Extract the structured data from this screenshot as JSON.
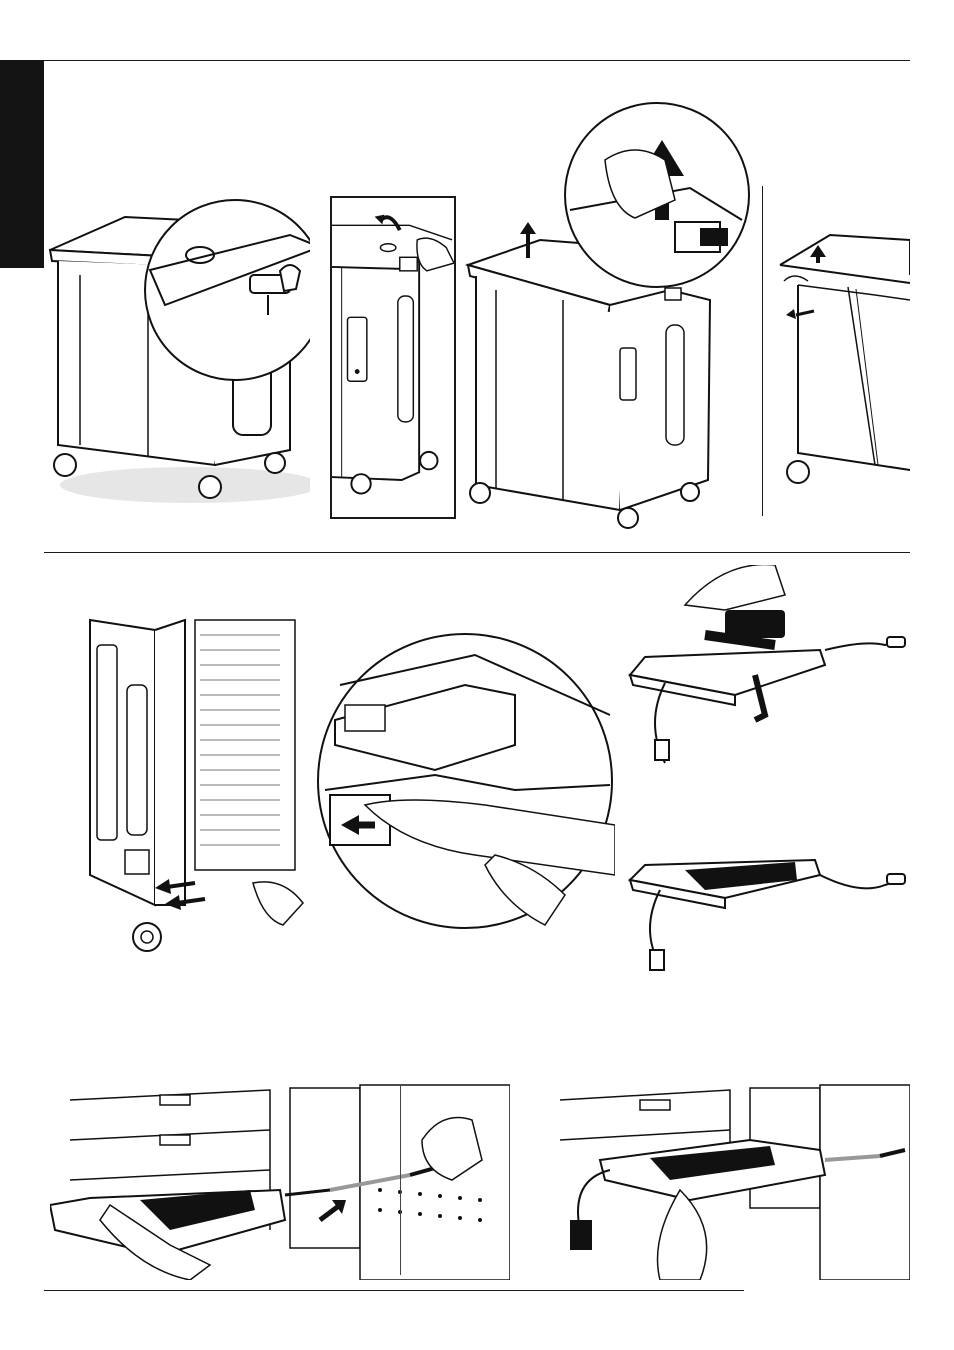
{
  "page": {
    "background": "#ffffff",
    "line_color": "#1a1a1a",
    "tab_color": "#141414"
  },
  "figures": [
    {
      "id": "cart-unlock",
      "icon": "key-lock-icon"
    },
    {
      "id": "lift-lid",
      "icon": "curved-arrow-icon"
    },
    {
      "id": "open-lid-unplug",
      "icon": "up-arrow-icon"
    },
    {
      "id": "remove-panel",
      "icon": "up-arrow-icon"
    },
    {
      "id": "pull-tray",
      "icon": "double-arrow-icon"
    },
    {
      "id": "tray-latch-detail",
      "icon": "left-arrow-icon"
    },
    {
      "id": "adapter-strap",
      "icon": "power-adapter-icon"
    },
    {
      "id": "adapter-packed",
      "icon": "power-adapter-icon"
    },
    {
      "id": "insert-tray-connect",
      "icon": "diagonal-arrow-icon"
    },
    {
      "id": "tray-installed",
      "icon": "power-plug-icon"
    }
  ]
}
